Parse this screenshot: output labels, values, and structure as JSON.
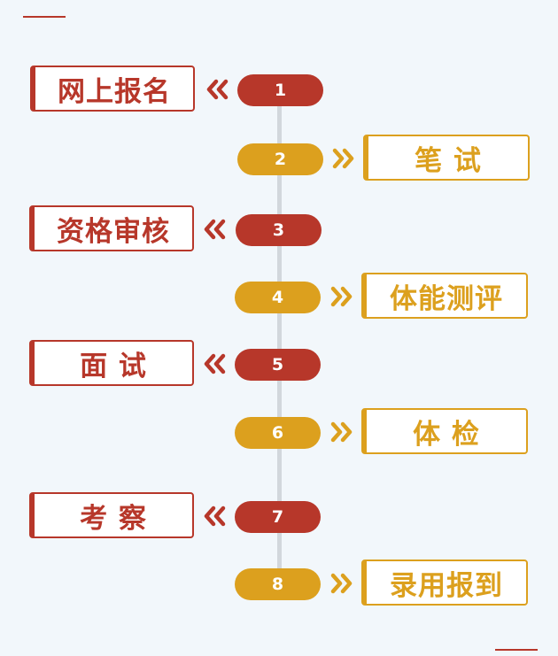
{
  "steps": [
    {
      "number": "1",
      "label": "网上报名"
    },
    {
      "number": "2",
      "label": "笔 试"
    },
    {
      "number": "3",
      "label": "资格审核"
    },
    {
      "number": "4",
      "label": "体能测评"
    },
    {
      "number": "5",
      "label": "面 试"
    },
    {
      "number": "6",
      "label": "体 检"
    },
    {
      "number": "7",
      "label": "考 察"
    },
    {
      "number": "8",
      "label": "录用报到"
    }
  ],
  "colors": {
    "red": "#b7372a",
    "gold": "#dca01e",
    "background": "#f2f7fb",
    "spine": "#d2d7dc"
  },
  "icons": {
    "left": "double-chevron-left-icon",
    "right": "double-chevron-right-icon"
  }
}
